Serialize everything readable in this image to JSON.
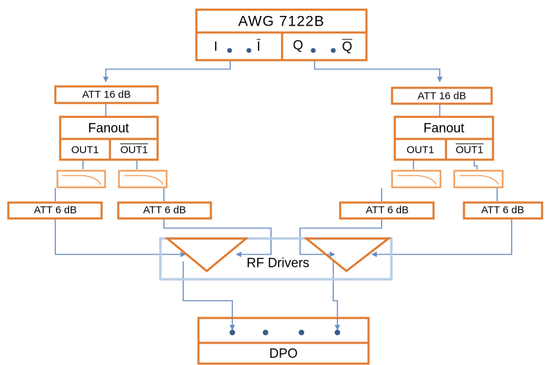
{
  "awg": {
    "title": "AWG 7122B",
    "port_i": "I",
    "port_i_bar": "I",
    "port_q": "Q",
    "port_q_bar": "Q"
  },
  "left": {
    "att16": "ATT 16 dB",
    "fanout": {
      "title": "Fanout",
      "out1": "OUT1",
      "out1_bar": "OUT1"
    },
    "att6_a": "ATT 6 dB",
    "att6_b": "ATT 6 dB"
  },
  "right": {
    "att16": "ATT 16 dB",
    "fanout": {
      "title": "Fanout",
      "out1": "OUT1",
      "out1_bar": "OUT1"
    },
    "att6_a": "ATT 6 dB",
    "att6_b": "ATT 6 dB"
  },
  "drivers": {
    "label": "RF Drivers"
  },
  "dpo": {
    "title": "DPO"
  },
  "colors": {
    "box_border": "#e07a2e",
    "filter_border": "#f0a060",
    "wire": "#6a8fc4",
    "dot": "#3a5a8c",
    "drivers_frame": "#b8cde6"
  }
}
